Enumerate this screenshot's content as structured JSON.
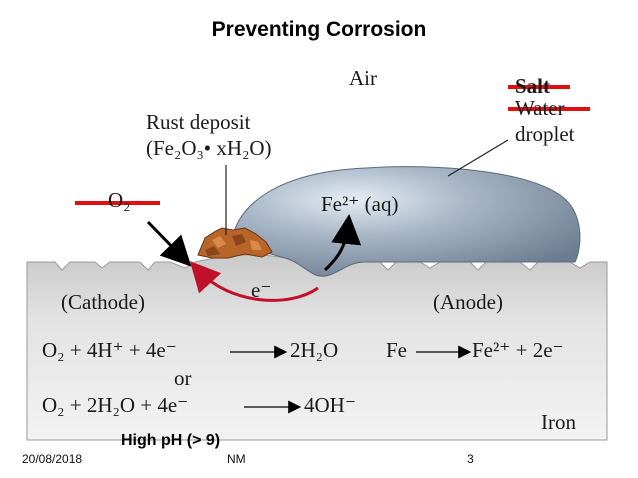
{
  "title": "Preventing Corrosion",
  "labels": {
    "air": "Air",
    "salt": "Salt",
    "water": "Water",
    "droplet": "droplet",
    "rust_deposit_1": "Rust deposit",
    "rust_formula": "(Fe₂O₃• xH₂O)",
    "o2": "O₂",
    "fe_ion": "Fe²⁺ (aq)",
    "electron": "e⁻",
    "cathode": "(Cathode)",
    "anode": "(Anode)",
    "iron": "Iron",
    "or": "or"
  },
  "equations": {
    "cathode_1_left": "O₂ + 4H⁺ + 4e⁻",
    "cathode_1_right": "2H₂O",
    "cathode_2_left": "O₂ + 2H₂O + 4e⁻",
    "cathode_2_right": "4OH⁻",
    "anode_left": "Fe",
    "anode_right": "Fe²⁺ + 2e⁻"
  },
  "note": "High pH (> 9)",
  "footer": {
    "date": "20/08/2018",
    "author": "NM",
    "page": "3"
  },
  "colors": {
    "strike": "#e01010",
    "electron_arrow": "#c0102a",
    "metal_top": "#cfcfcf",
    "metal_bottom": "#efefef",
    "droplet": "#8e9fb2",
    "rust": "#b8652a"
  }
}
